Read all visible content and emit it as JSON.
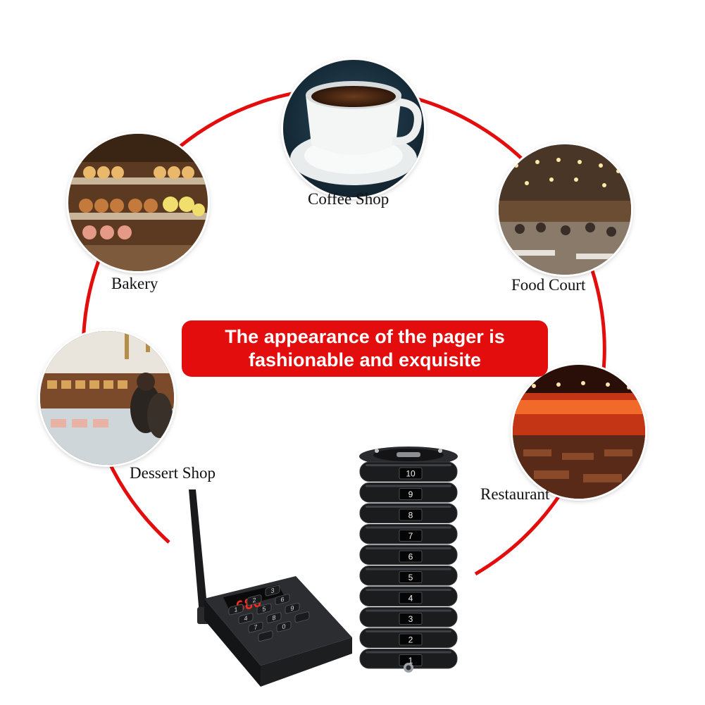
{
  "venues": {
    "coffee_shop": "Coffee Shop",
    "bakery": "Bakery",
    "food_court": "Food Court",
    "dessert_shop": "Dessert Shop",
    "restaurant": "Restaurant"
  },
  "headline": {
    "line1": "The appearance of the pager is",
    "line2": "fashionable and exquisite"
  },
  "transmitter": {
    "display": "686",
    "keys": [
      "1",
      "2",
      "3",
      "4",
      "5",
      "6",
      "7",
      "8",
      "9",
      "",
      "0",
      ""
    ]
  },
  "pagers": [
    "10",
    "9",
    "8",
    "7",
    "6",
    "5",
    "4",
    "3",
    "2",
    "1"
  ],
  "colors": {
    "ring": "#e40d0d",
    "headline_bg": "#e40d0d",
    "device": "#1b1c1e"
  }
}
